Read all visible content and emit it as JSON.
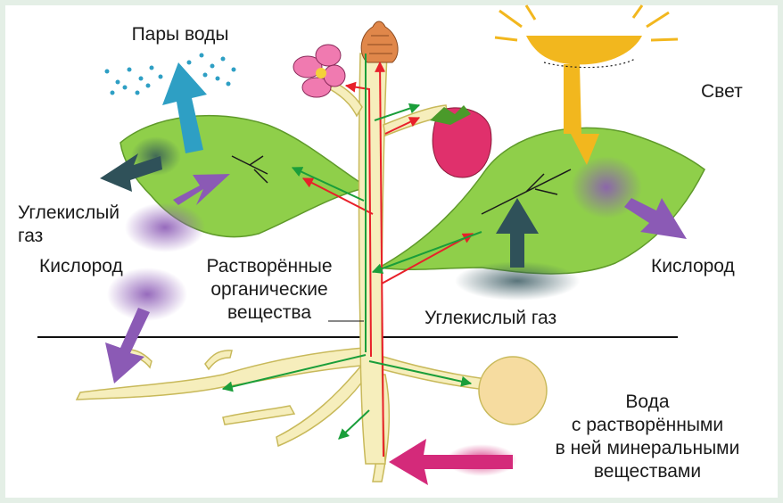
{
  "labels": {
    "water_vapor": "Пары воды",
    "light": "Свет",
    "co2_left_line1": "Углекислый",
    "co2_left_line2": "газ",
    "oxygen_left": "Кислород",
    "dissolved_organic_line1": "Растворённые",
    "dissolved_organic_line2": "органические",
    "dissolved_organic_line3": "вещества",
    "oxygen_right": "Кислород",
    "co2_bottom": "Углекислый газ",
    "water_line1": "Вода",
    "water_line2": "с растворёнными",
    "water_line3": "в ней минеральными",
    "water_line4": "веществами"
  },
  "colors": {
    "frame": "#e4efe6",
    "leaf": "#8fcf4a",
    "stem": "#f6eebc",
    "stem_outline": "#c8b95a",
    "sun": "#f2b71e",
    "flower": "#f07ab0",
    "bud": "#e0874a",
    "strawberry": "#e0306c",
    "vapor": "#2e9fc4",
    "co2_arrow": "#2f5159",
    "oxygen_arrow": "#8b5ab5",
    "water_arrow": "#d42a7a",
    "organic_flow": "#1a9e3a",
    "water_flow": "#e8202a",
    "ground_line": "#111111"
  }
}
